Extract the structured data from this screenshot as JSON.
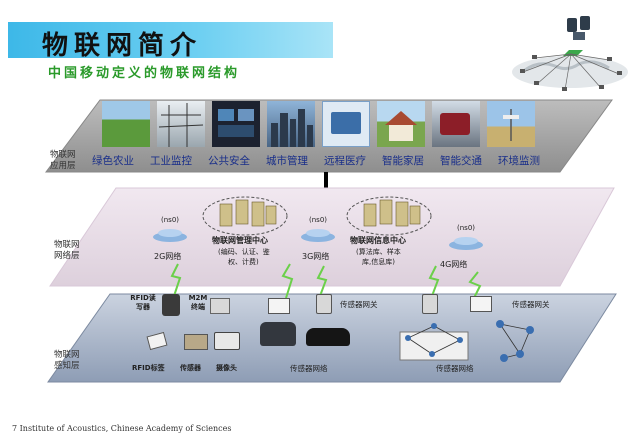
{
  "header": {
    "title": "物联网简介",
    "subtitle": "中国移动定义的物联网结构"
  },
  "layers": {
    "app": {
      "line1": "物联网",
      "line2": "应用层"
    },
    "network": {
      "line1": "物联网",
      "line2": "网络层"
    },
    "perception": {
      "line1": "物联网",
      "line2": "感知层"
    }
  },
  "applications": [
    "绿色农业",
    "工业监控",
    "公共安全",
    "城市管理",
    "远程医疗",
    "智能家居",
    "智能交通",
    "环境监测"
  ],
  "network": {
    "mgmt_title": "物联网管理中心",
    "mgmt_sub1": "(编码、认证、鉴",
    "mgmt_sub2": "权、计费)",
    "info_title": "物联网信息中心",
    "info_sub1": "(算法库、样本",
    "info_sub2": "库,信息库)",
    "net_2g": "2G网络",
    "net_3g": "3G网络",
    "net_4g": "4G网络",
    "node_label": "(ns0)"
  },
  "perception": {
    "rfid_reader": "RFID读写器",
    "m2m_terminal": "M2M终端",
    "rfid_tag": "RFID标签",
    "sensor": "传感器",
    "camera": "摄像头",
    "gateway_1": "传感器网关",
    "gateway_2": "传感器网关",
    "sensor_net_1": "传感器网络",
    "sensor_net_2": "传感器网络"
  },
  "footer": "7 Institute of Acoustics,  Chinese Academy of Sciences"
}
